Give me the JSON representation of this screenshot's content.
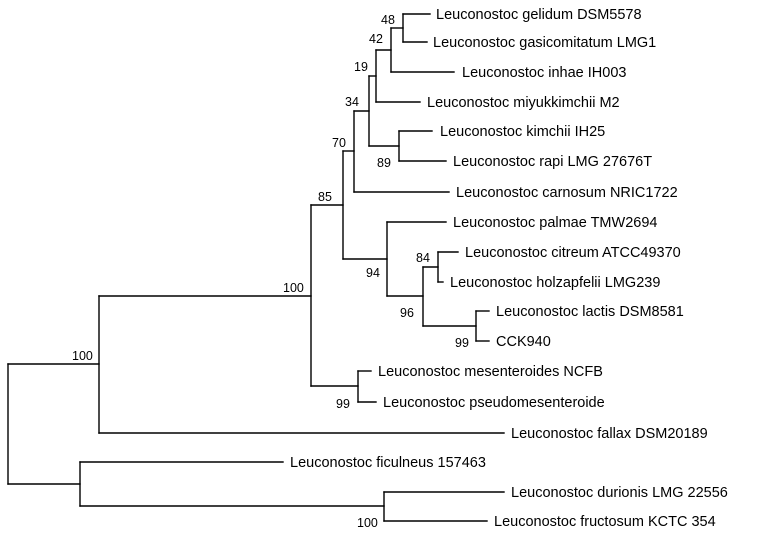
{
  "leaves": [
    "Leuconostoc gelidum DSM5578",
    "Leuconostoc gasicomitatum LMG1",
    "Leuconostoc inhae IH003",
    "Leuconostoc miyukkimchii M2",
    "Leuconostoc kimchii IH25",
    "Leuconostoc rapi LMG 27676T",
    "Leuconostoc carnosum NRIC1722",
    "Leuconostoc palmae TMW2694",
    "Leuconostoc citreum ATCC49370",
    "Leuconostoc holzapfelii LMG239",
    "Leuconostoc lactis DSM8581",
    "CCK940",
    "Leuconostoc mesenteroides NCFB",
    "Leuconostoc pseudomesenteroide",
    "Leuconostoc fallax DSM20189",
    "Leuconostoc ficulneus 157463",
    "Leuconostoc durionis LMG 22556",
    "Leuconostoc fructosum KCTC 354"
  ],
  "bootstrap": {
    "gelidum_gasicomitatum": "48",
    "plus_inhae": "42",
    "plus_miyukkimchii": "19",
    "kimchii_rapi": "89",
    "upper_clade": "34",
    "plus_carnosum": "70",
    "citreum_holzapfelii": "84",
    "lactis_cck940": "99",
    "citreum_lactis_group": "96",
    "palmae_group": "94",
    "core_clade": "85",
    "mesenteroides_pair": "99",
    "main_clade": "100",
    "plus_fallax": "100",
    "durionis_fructosum": "100"
  }
}
